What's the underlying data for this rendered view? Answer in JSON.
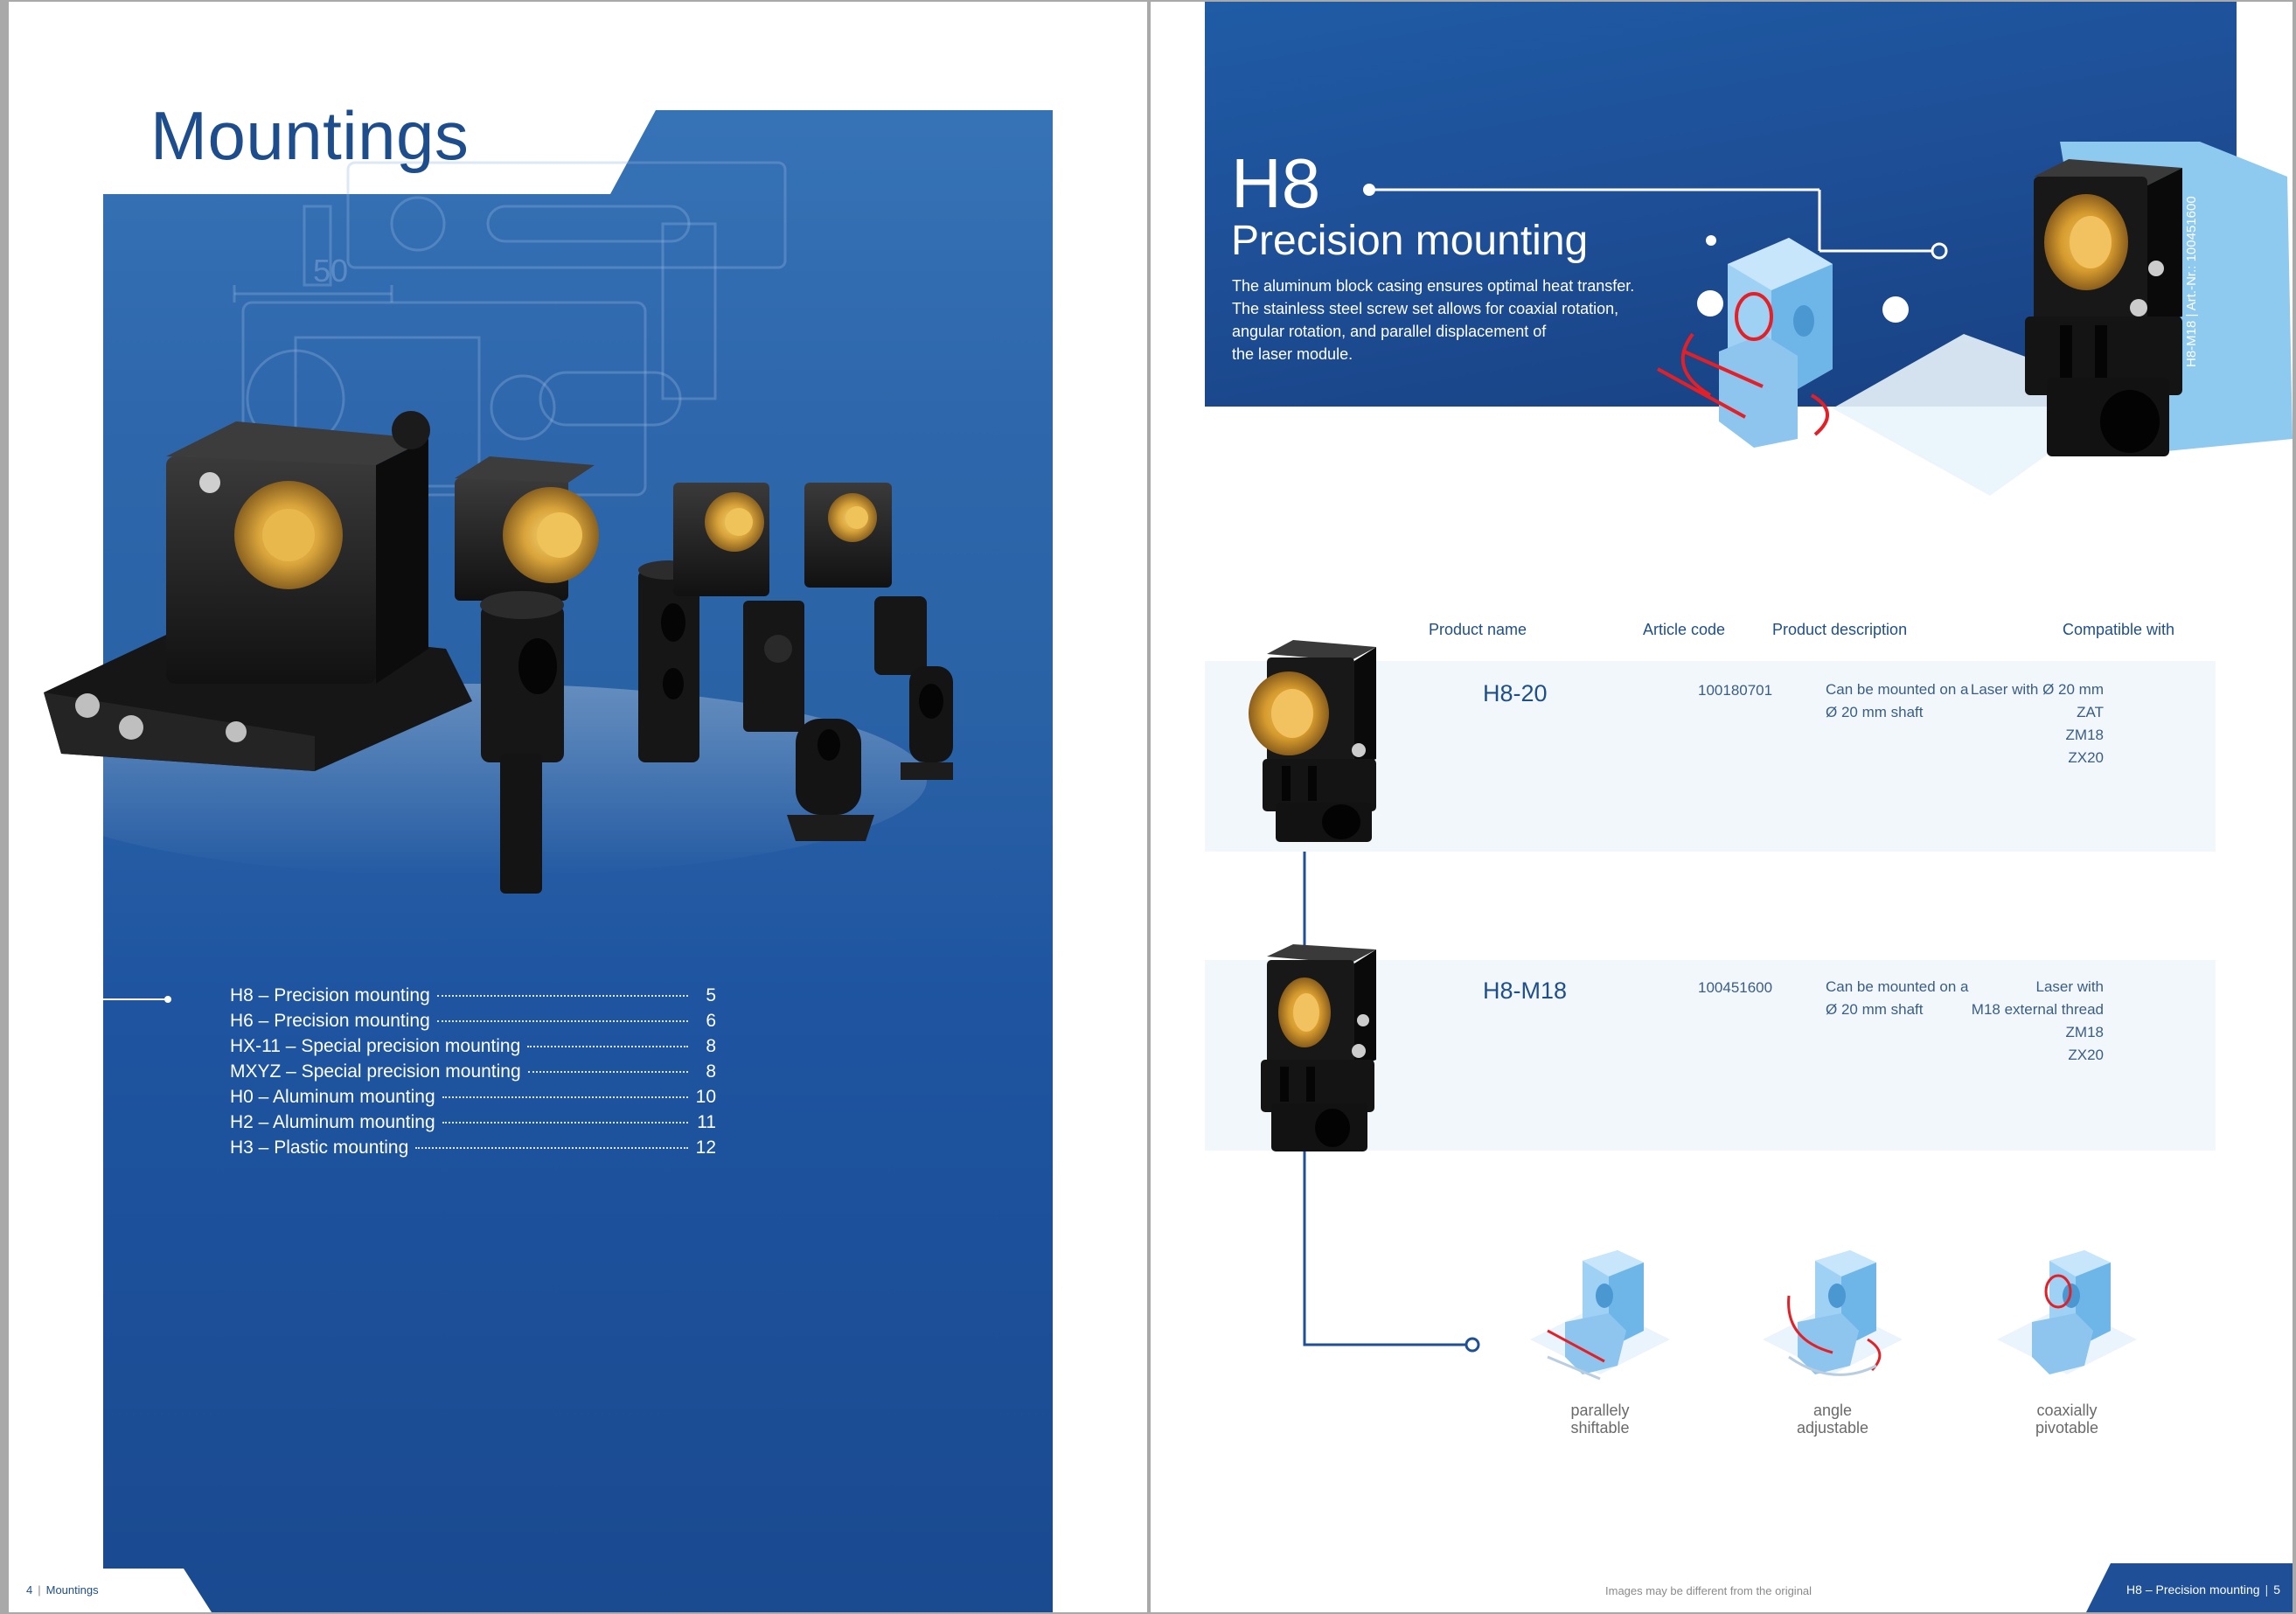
{
  "left_page": {
    "title": "Mountings",
    "toc": [
      {
        "label": "H8 – Precision mounting",
        "page": "5"
      },
      {
        "label": "H6 – Precision mounting",
        "page": "6"
      },
      {
        "label": "HX-11 – Special precision mounting",
        "page": "8"
      },
      {
        "label": "MXYZ – Special precision mounting",
        "page": "8"
      },
      {
        "label": "H0 – Aluminum mounting",
        "page": "10"
      },
      {
        "label": "H2 – Aluminum mounting",
        "page": "11"
      },
      {
        "label": "H3 – Plastic mounting",
        "page": "12"
      }
    ],
    "footer": {
      "page_number": "4",
      "section": "Mountings"
    },
    "drawing_label": "50"
  },
  "right_page": {
    "model": "H8",
    "subtitle": "Precision mounting",
    "description": [
      "The aluminum block casing ensures optimal heat transfer.",
      "The stainless steel screw set allows for coaxial rotation,",
      "angular rotation, and parallel displacement of",
      "the laser module."
    ],
    "vertical_code": "H8-M18 | Art.-Nr.: 100451600",
    "table": {
      "headers": {
        "name": "Product name",
        "code": "Article code",
        "description": "Product description",
        "compatible": "Compatible with"
      },
      "rows": [
        {
          "name": "H8-20",
          "code": "100180701",
          "description": [
            "Can be mounted on a",
            "Ø 20 mm shaft"
          ],
          "compatible": [
            "Laser with Ø 20 mm",
            "ZAT",
            "ZM18",
            "ZX20"
          ]
        },
        {
          "name": "H8-M18",
          "code": "100451600",
          "description": [
            "Can be mounted on a",
            "Ø 20 mm shaft"
          ],
          "compatible": [
            "Laser with",
            "M18 external thread",
            "ZM18",
            "ZX20"
          ]
        }
      ]
    },
    "features": [
      {
        "line1": "parallely",
        "line2": "shiftable"
      },
      {
        "line1": "angle",
        "line2": "adjustable"
      },
      {
        "line1": "coaxially",
        "line2": "pivotable"
      }
    ],
    "footer_note": "Images may be different from the original",
    "footer": {
      "section": "H8 – Precision mounting",
      "page_number": "5"
    }
  },
  "colors": {
    "brand_blue": "#1e4f97",
    "title_blue": "#1d4d8c",
    "light_blue": "#8ec9ef",
    "table_row_bg": "#f2f7fc",
    "brass": "#d9a43a"
  },
  "icons": [
    "mounting-block-icon",
    "rotation-arrow-icon"
  ]
}
